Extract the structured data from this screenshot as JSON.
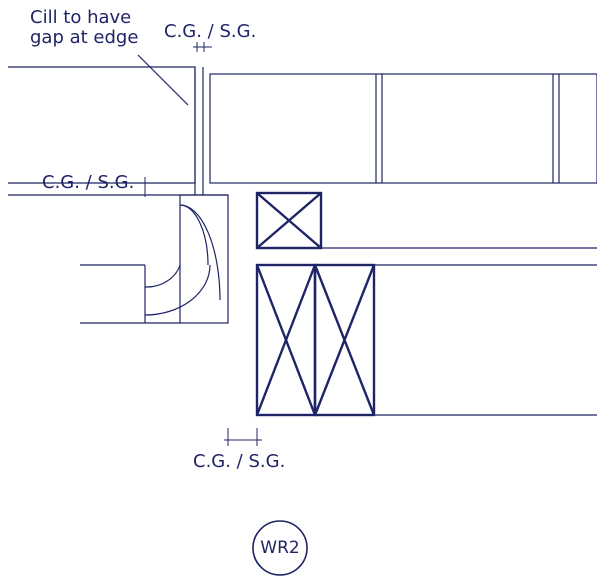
{
  "colors": {
    "line": "#1f2466",
    "background": "#ffffff"
  },
  "annotations": {
    "cill_note_line1": "Cill to have",
    "cill_note_line2": "gap at edge",
    "cg_sg_top": "C.G. / S.G.",
    "cg_sg_left": "C.G. / S.G.",
    "cg_sg_bottom": "C.G. / S.G."
  },
  "badge": {
    "label": "WR2"
  }
}
